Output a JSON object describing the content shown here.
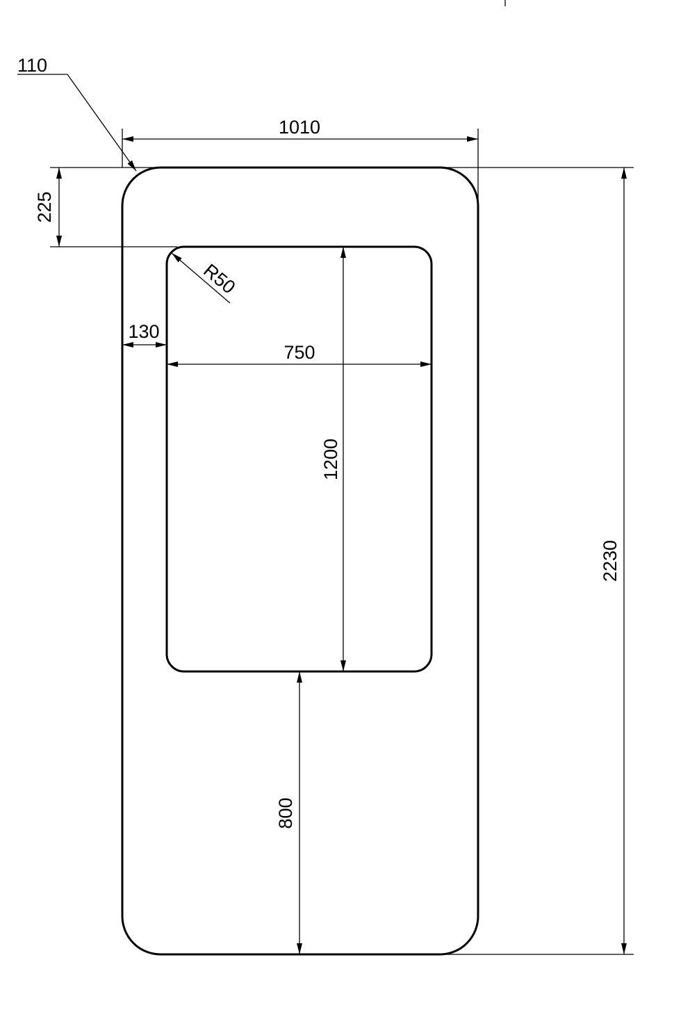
{
  "dimensions": {
    "corner_radius_outer": "110",
    "overall_width": "1010",
    "top_offset": "225",
    "corner_radius_inner": "R50",
    "side_margin": "130",
    "window_width": "750",
    "window_height": "1200",
    "overall_height": "2230",
    "bottom_offset": "800"
  }
}
